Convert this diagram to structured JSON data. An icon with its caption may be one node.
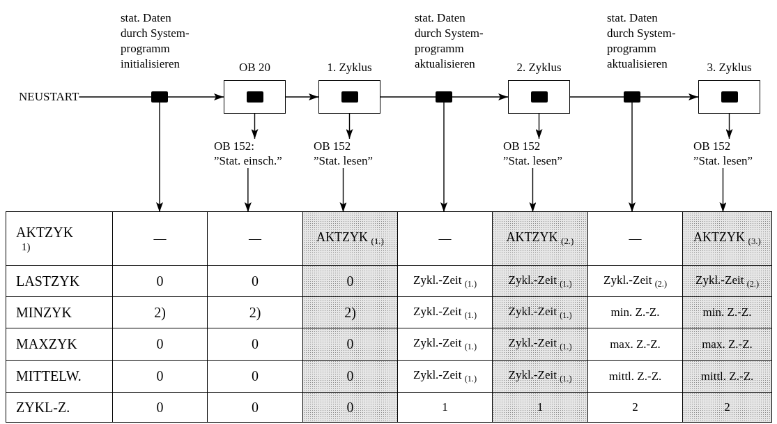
{
  "diagram": {
    "nodes": [
      {
        "text": [
          "NEUSTART"
        ]
      },
      {
        "text": [],
        "shape": "box",
        "beside": [
          "stat. Daten durch System- programm initialisieren"
        ]
      },
      {
        "text": [
          "OB 20"
        ]
      },
      {
        "text": [],
        "shape": "box",
        "in": 2
      },
      {
        "text": [
          "1. Zyklus"
        ]
      },
      {
        "text": [],
        "shape": "box",
        "in": 4
      },
      {
        "text": [],
        "shape": "box",
        "beside": [
          "stat. Daten durch System- programm aktualisieren"
        ]
      },
      {
        "text": [
          "2. Zyklus"
        ]
      },
      {
        "text": [],
        "shape": "box",
        "in": 7
      },
      {
        "text": [],
        "shape": "box",
        "beside": [
          "stat. Daten durch System- programm aktualisieren"
        ]
      },
      {
        "text": [
          "3. Zyklus"
        ]
      },
      {
        "text": [],
        "shape": "box",
        "in": 10
      },
      {
        "text": [
          "OB 152:",
          "”Stat. einsch.”"
        ]
      },
      {
        "text": [
          "OB 152",
          "”Stat. lesen”"
        ]
      },
      {
        "text": [
          "OB 152",
          "”Stat. lesen”"
        ]
      },
      {
        "text": [
          "OB 152",
          "”Stat. lesen”"
        ]
      },
      {
        "text": [
          "—"
        ]
      },
      {
        "text": [
          "—"
        ]
      },
      {
        "text": [
          "AKTZYK $_{(1.)}$"
        ]
      },
      {
        "text": [
          "—"
        ]
      },
      {
        "text": [
          "AKTZYK $_{(2.)}$"
        ]
      },
      {
        "text": [
          "—"
        ]
      },
      {
        "text": [
          "AKTZYK $_{(3.)}$"
        ]
      }
    ],
    "edges": [
      {
        "from": 0,
        "to": 1,
        "arrow": "none"
      },
      {
        "from": 1,
        "to": 2,
        "arrow": "to"
      },
      {
        "from": 2,
        "to": 4,
        "arrow": "to"
      },
      {
        "from": 4,
        "to": 6,
        "arrow": "none"
      },
      {
        "from": 6,
        "to": 7,
        "arrow": "to"
      },
      {
        "from": 7,
        "to": 9,
        "arrow": "none"
      },
      {
        "from": 9,
        "to": 10,
        "arrow": "to"
      },
      {
        "from": 1,
        "to": 16,
        "arrow": "to"
      },
      {
        "from": 3,
        "to": 12,
        "arrow": "to"
      },
      {
        "from": 12,
        "to": 17,
        "arrow": "to"
      },
      {
        "from": 5,
        "to": 13,
        "arrow": "to"
      },
      {
        "from": 13,
        "to": 18,
        "arrow": "to"
      },
      {
        "from": 6,
        "to": 19,
        "arrow": "to"
      },
      {
        "from": 8,
        "to": 14,
        "arrow": "to"
      },
      {
        "from": 14,
        "to": 20,
        "arrow": "to"
      },
      {
        "from": 9,
        "to": 21,
        "arrow": "to"
      },
      {
        "from": 11,
        "to": 15,
        "arrow": "to"
      },
      {
        "from": 15,
        "to": 22,
        "arrow": "to"
      }
    ],
    "labels": [
      "AKTZYK",
      "1)",
      "LASTZYK",
      "0",
      "0",
      "0",
      "Zykl.-Zeit $_{(1.)}$",
      "Zykl.-Zeit $_{(1.)}$",
      "Zykl.-Zeit $_{(2.)}$",
      "Zykl.-Zeit $_{(2.)}$",
      "MINZYK",
      "2)",
      "2)",
      "2)",
      "Zykl.-Zeit $_{(1.)}$",
      "Zykl.-Zeit $_{(1.)}$",
      "min. Z.-Z.",
      "min. Z.-Z.",
      "MAXZYK",
      "0",
      "0",
      "0",
      "Zykl.-Zeit $_{(1.)}$",
      "Zykl.-Zeit $_{(1.)}$",
      "max. Z.-Z.",
      "max. Z.-Z.",
      "MITTELW.",
      "0",
      "0",
      "0",
      "Zykl.-Zeit $_{(1.)}$",
      "Zykl.-Zeit $_{(1.)}$",
      "mittl. Z.-Z.",
      "mittl. Z.-Z.",
      "ZYKL-Z.",
      "0",
      "0",
      "0",
      "1",
      "1",
      "2",
      "2"
    ]
  }
}
